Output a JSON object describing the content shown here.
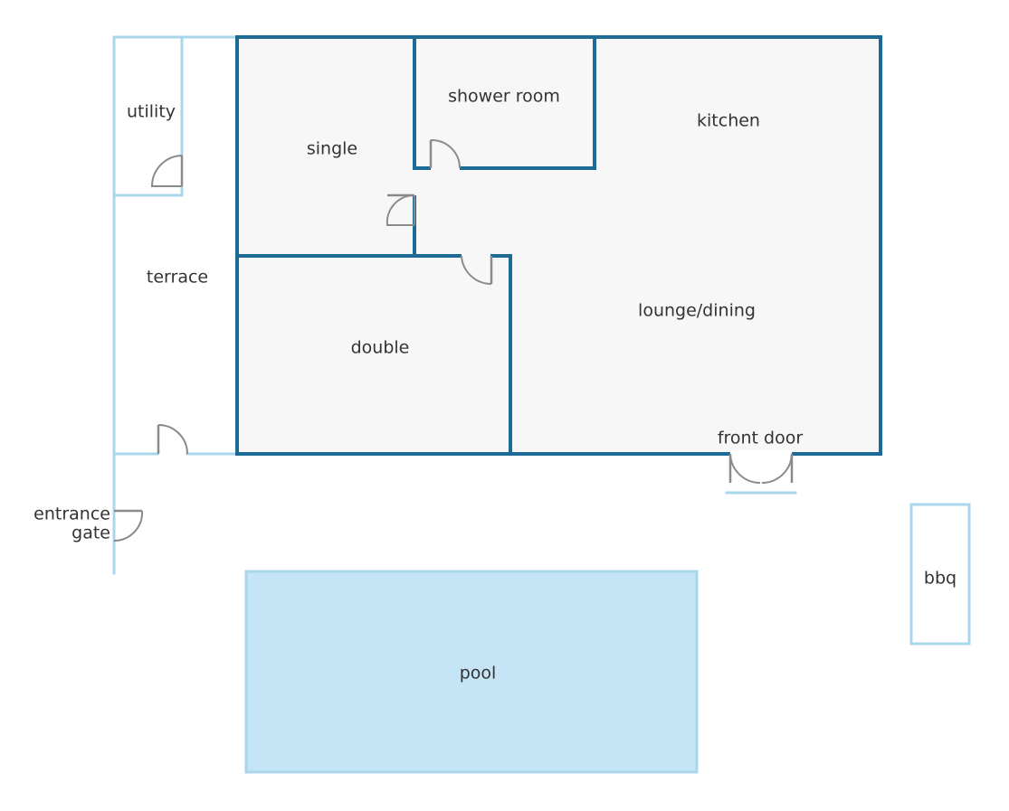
{
  "rooms": {
    "utility": "utility",
    "single": "single",
    "shower_room": "shower room",
    "kitchen": "kitchen",
    "terrace": "terrace",
    "double": "double",
    "lounge_dining": "lounge/dining",
    "front_door": "front door",
    "entrance_gate_line1": "entrance",
    "entrance_gate_line2": "gate",
    "bbq": "bbq",
    "pool": "pool"
  },
  "colors": {
    "main_wall": "#1e6a96",
    "light_wall": "#a9d6ea",
    "interior_fill": "#f7f7f7",
    "pool_fill": "#c5e4f6",
    "pool_border": "#a9d6ea",
    "door": "#8a8a8a",
    "text": "#333333"
  }
}
